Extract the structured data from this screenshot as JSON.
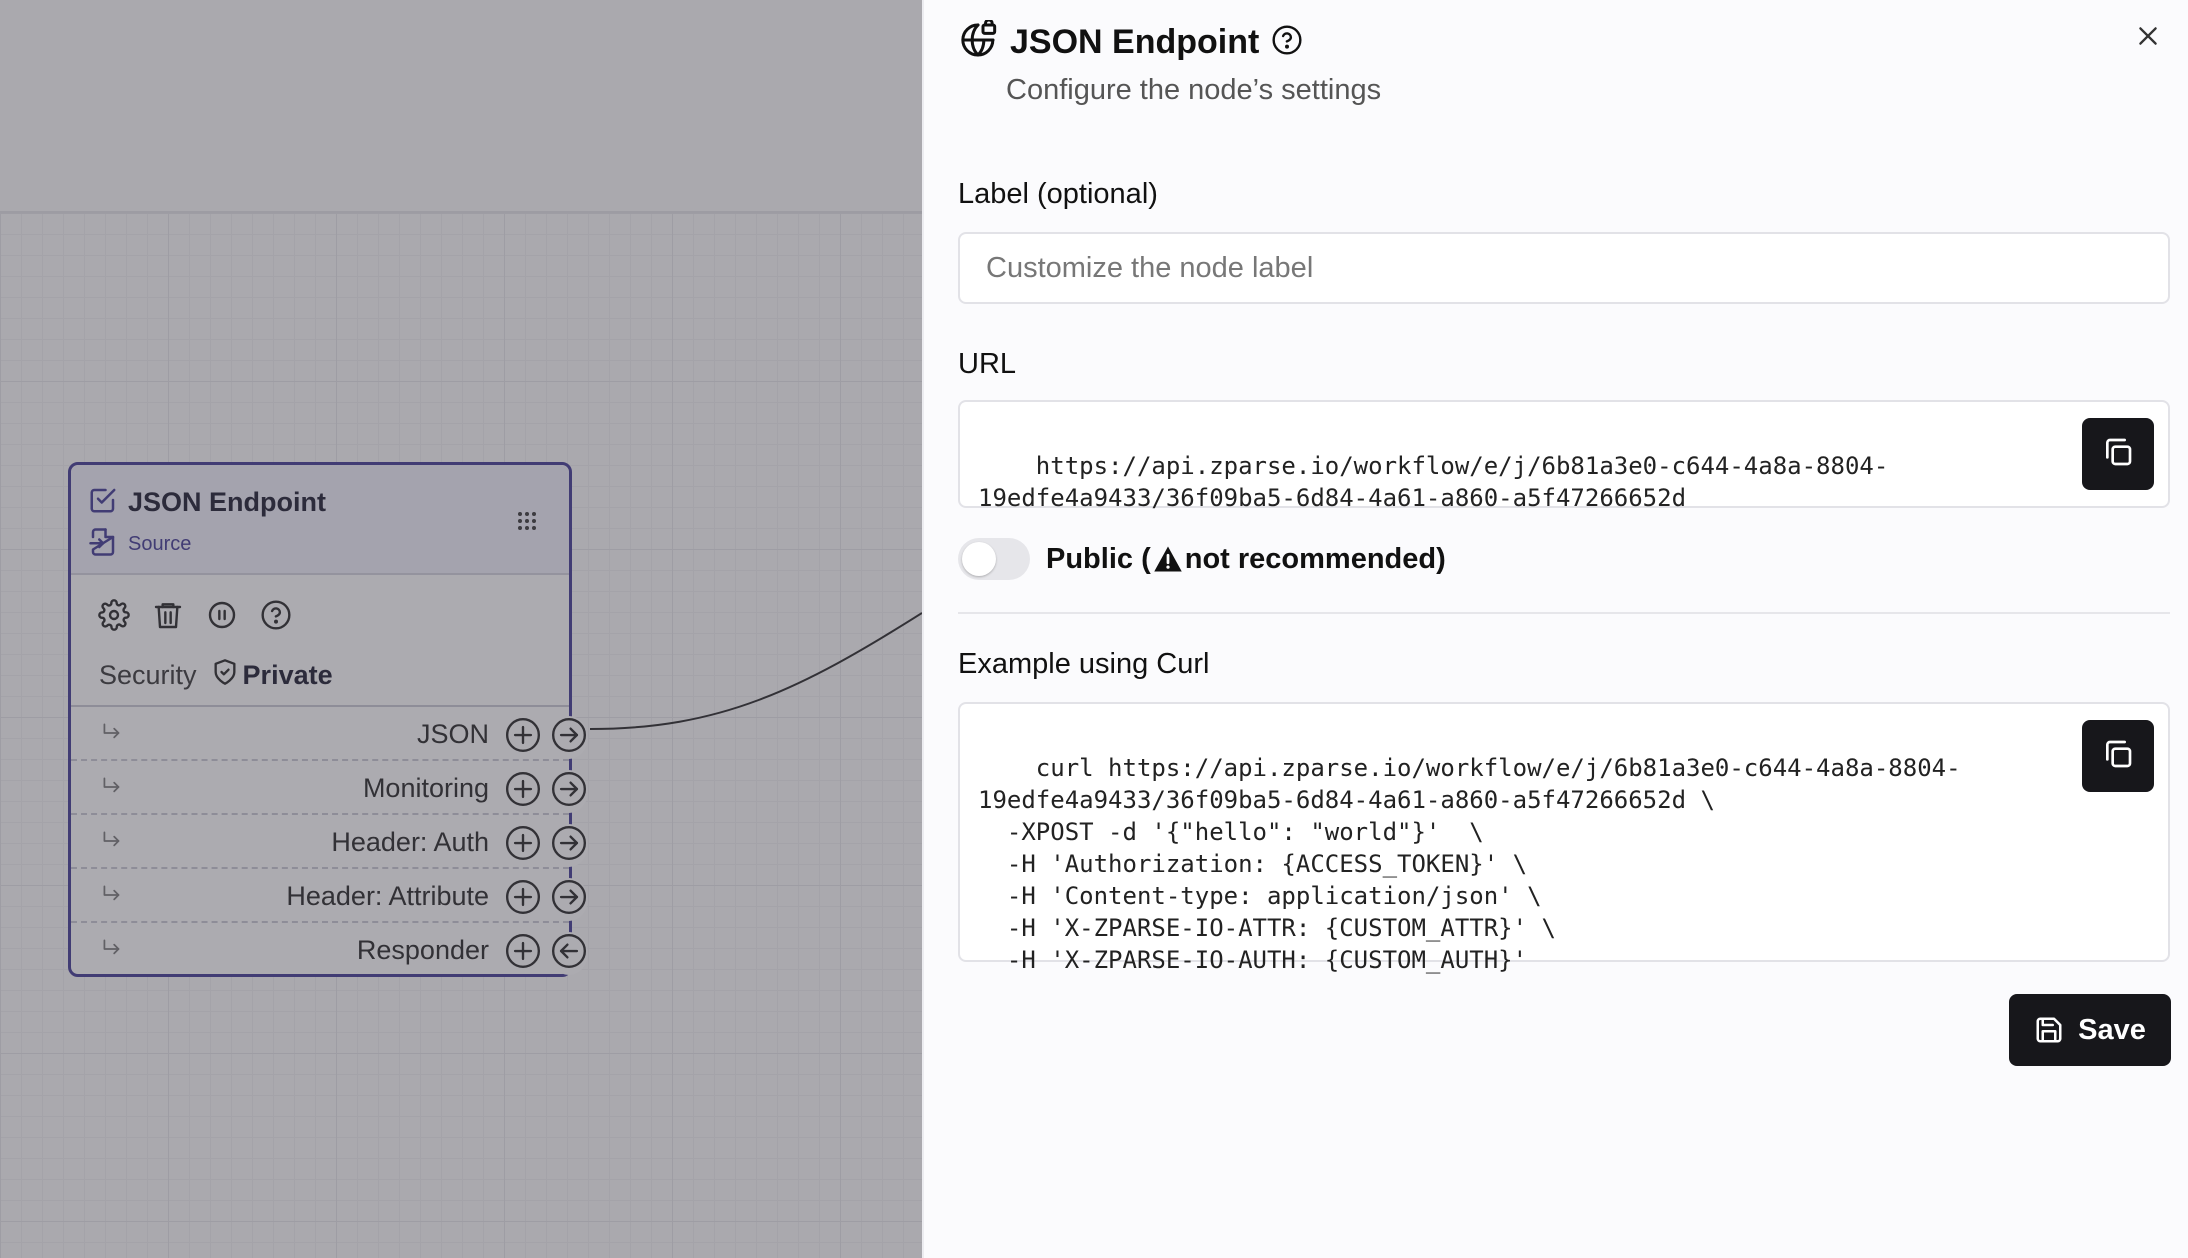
{
  "canvas": {
    "node": {
      "title": "JSON Endpoint",
      "subtitle": "Source",
      "security_label": "Security",
      "security_value": "Private",
      "tool_icons": [
        "gear-icon",
        "trash-icon",
        "pause-icon",
        "help-icon"
      ],
      "outputs": [
        {
          "label": "JSON",
          "handle": "arrow-right-circle-icon"
        },
        {
          "label": "Monitoring",
          "handle": "arrow-right-circle-icon"
        },
        {
          "label": "Header: Auth",
          "handle": "arrow-right-circle-icon"
        },
        {
          "label": "Header: Attribute",
          "handle": "arrow-right-circle-icon"
        },
        {
          "label": "Responder",
          "handle": "arrow-left-circle-icon"
        }
      ]
    }
  },
  "panel": {
    "title": "JSON Endpoint",
    "subtitle": "Configure the node’s settings",
    "label_field": {
      "label": "Label (optional)",
      "placeholder": "Customize the node label",
      "value": ""
    },
    "url_field": {
      "label": "URL",
      "value": "https://api.zparse.io/workflow/e/j/6b81a3e0-c644-4a8a-8804-\n19edfe4a9433/36f09ba5-6d84-4a61-a860-a5f47266652d"
    },
    "public_toggle": {
      "label_prefix": "Public (",
      "label_suffix": " not recommended)",
      "checked": false
    },
    "curl_example": {
      "label": "Example using Curl",
      "code": "curl https://api.zparse.io/workflow/e/j/6b81a3e0-c644-4a8a-8804-\n19edfe4a9433/36f09ba5-6d84-4a61-a860-a5f47266652d \\\n  -XPOST -d '{\"hello\": \"world\"}'  \\\n  -H 'Authorization: {ACCESS_TOKEN}' \\\n  -H 'Content-type: application/json' \\\n  -H 'X-ZPARSE-IO-ATTR: {CUSTOM_ATTR}' \\\n  -H 'X-ZPARSE-IO-AUTH: {CUSTOM_AUTH}'"
    },
    "save_label": "Save"
  },
  "colors": {
    "node_border": "#3d3592",
    "node_header_bg": "#f1f0fb",
    "dark_button": "#17171b",
    "overlay": "rgba(70,68,80,0.45)"
  }
}
